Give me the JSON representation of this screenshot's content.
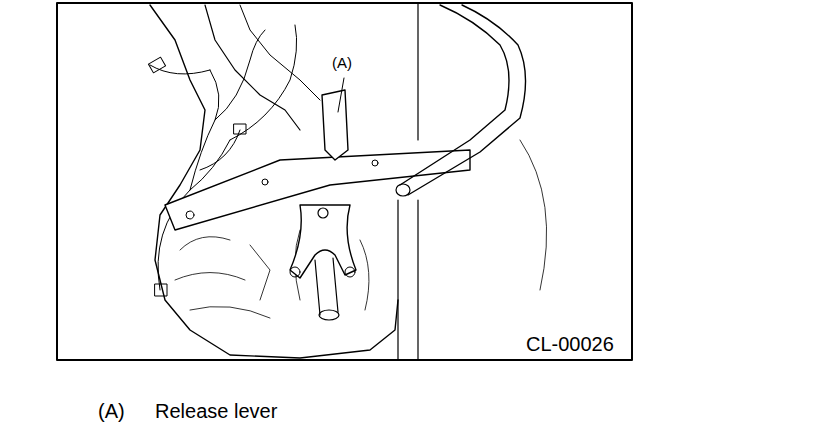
{
  "diagram": {
    "labels": [
      "(A)",
      "CL-00026",
      "(A)",
      "Release lever"
    ]
  }
}
